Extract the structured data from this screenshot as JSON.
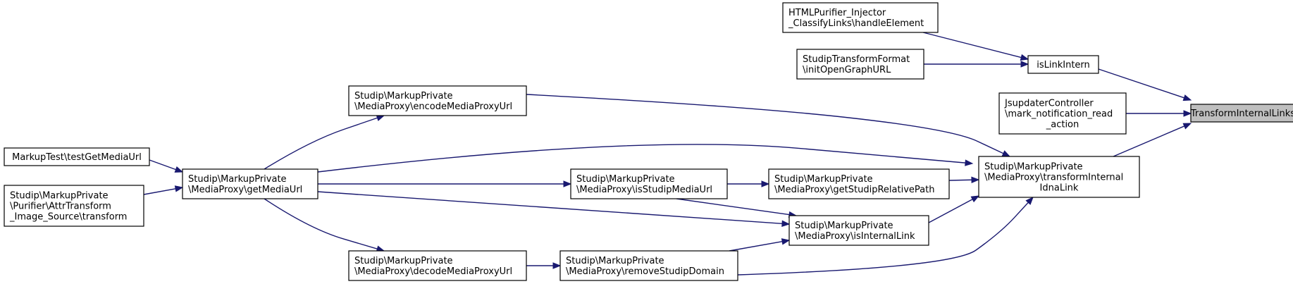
{
  "colors": {
    "edge": "#191970",
    "node_border": "#000000",
    "node_fill": "#ffffff",
    "root_fill": "#bfbfbf"
  },
  "nodes": {
    "transform_internal_links": {
      "lines": [
        "TransformInternalLinks"
      ]
    },
    "is_link_intern": {
      "lines": [
        "isLinkIntern"
      ]
    },
    "jsupdater_mark_read": {
      "lines": [
        "JsupdaterController",
        "\\mark_notification_read",
        "_action"
      ]
    },
    "transform_internal_idna_link": {
      "lines": [
        "Studip\\MarkupPrivate",
        "\\MediaProxy\\transformInternal",
        "IdnaLink"
      ]
    },
    "htmlpurifier_handle_element": {
      "lines": [
        "HTMLPurifier_Injector",
        "_ClassifyLinks\\handleElement"
      ]
    },
    "init_open_graph_url": {
      "lines": [
        "StudipTransformFormat",
        "\\initOpenGraphURL"
      ]
    },
    "encode_media_proxy_url": {
      "lines": [
        "Studip\\MarkupPrivate",
        "\\MediaProxy\\encodeMediaProxyUrl"
      ]
    },
    "get_media_url": {
      "lines": [
        "Studip\\MarkupPrivate",
        "\\MediaProxy\\getMediaUrl"
      ]
    },
    "get_studip_relative_path": {
      "lines": [
        "Studip\\MarkupPrivate",
        "\\MediaProxy\\getStudipRelativePath"
      ]
    },
    "is_internal_link": {
      "lines": [
        "Studip\\MarkupPrivate",
        "\\MediaProxy\\isInternalLink"
      ]
    },
    "remove_studip_domain": {
      "lines": [
        "Studip\\MarkupPrivate",
        "\\MediaProxy\\removeStudipDomain"
      ]
    },
    "is_studip_media_url": {
      "lines": [
        "Studip\\MarkupPrivate",
        "\\MediaProxy\\isStudipMediaUrl"
      ]
    },
    "decode_media_proxy_url": {
      "lines": [
        "Studip\\MarkupPrivate",
        "\\MediaProxy\\decodeMediaProxyUrl"
      ]
    },
    "markup_test_get_media_url": {
      "lines": [
        "MarkupTest\\testGetMediaUrl"
      ]
    },
    "attr_transform_image_source": {
      "lines": [
        "Studip\\MarkupPrivate",
        "\\Purifier\\AttrTransform",
        "_Image_Source\\transform"
      ]
    }
  },
  "edges": [
    {
      "from": "transform_internal_links",
      "to": "is_link_intern"
    },
    {
      "from": "transform_internal_links",
      "to": "jsupdater_mark_read"
    },
    {
      "from": "transform_internal_links",
      "to": "transform_internal_idna_link"
    },
    {
      "from": "is_link_intern",
      "to": "htmlpurifier_handle_element"
    },
    {
      "from": "is_link_intern",
      "to": "init_open_graph_url"
    },
    {
      "from": "transform_internal_idna_link",
      "to": "encode_media_proxy_url"
    },
    {
      "from": "transform_internal_idna_link",
      "to": "get_media_url"
    },
    {
      "from": "transform_internal_idna_link",
      "to": "get_studip_relative_path"
    },
    {
      "from": "transform_internal_idna_link",
      "to": "is_internal_link"
    },
    {
      "from": "transform_internal_idna_link",
      "to": "remove_studip_domain"
    },
    {
      "from": "encode_media_proxy_url",
      "to": "get_media_url"
    },
    {
      "from": "get_studip_relative_path",
      "to": "is_studip_media_url"
    },
    {
      "from": "is_studip_media_url",
      "to": "get_media_url"
    },
    {
      "from": "is_studip_media_url",
      "to": "is_internal_link"
    },
    {
      "from": "is_internal_link",
      "to": "get_media_url"
    },
    {
      "from": "is_internal_link",
      "to": "remove_studip_domain"
    },
    {
      "from": "remove_studip_domain",
      "to": "decode_media_proxy_url"
    },
    {
      "from": "decode_media_proxy_url",
      "to": "get_media_url"
    },
    {
      "from": "get_media_url",
      "to": "markup_test_get_media_url"
    },
    {
      "from": "get_media_url",
      "to": "attr_transform_image_source"
    }
  ]
}
